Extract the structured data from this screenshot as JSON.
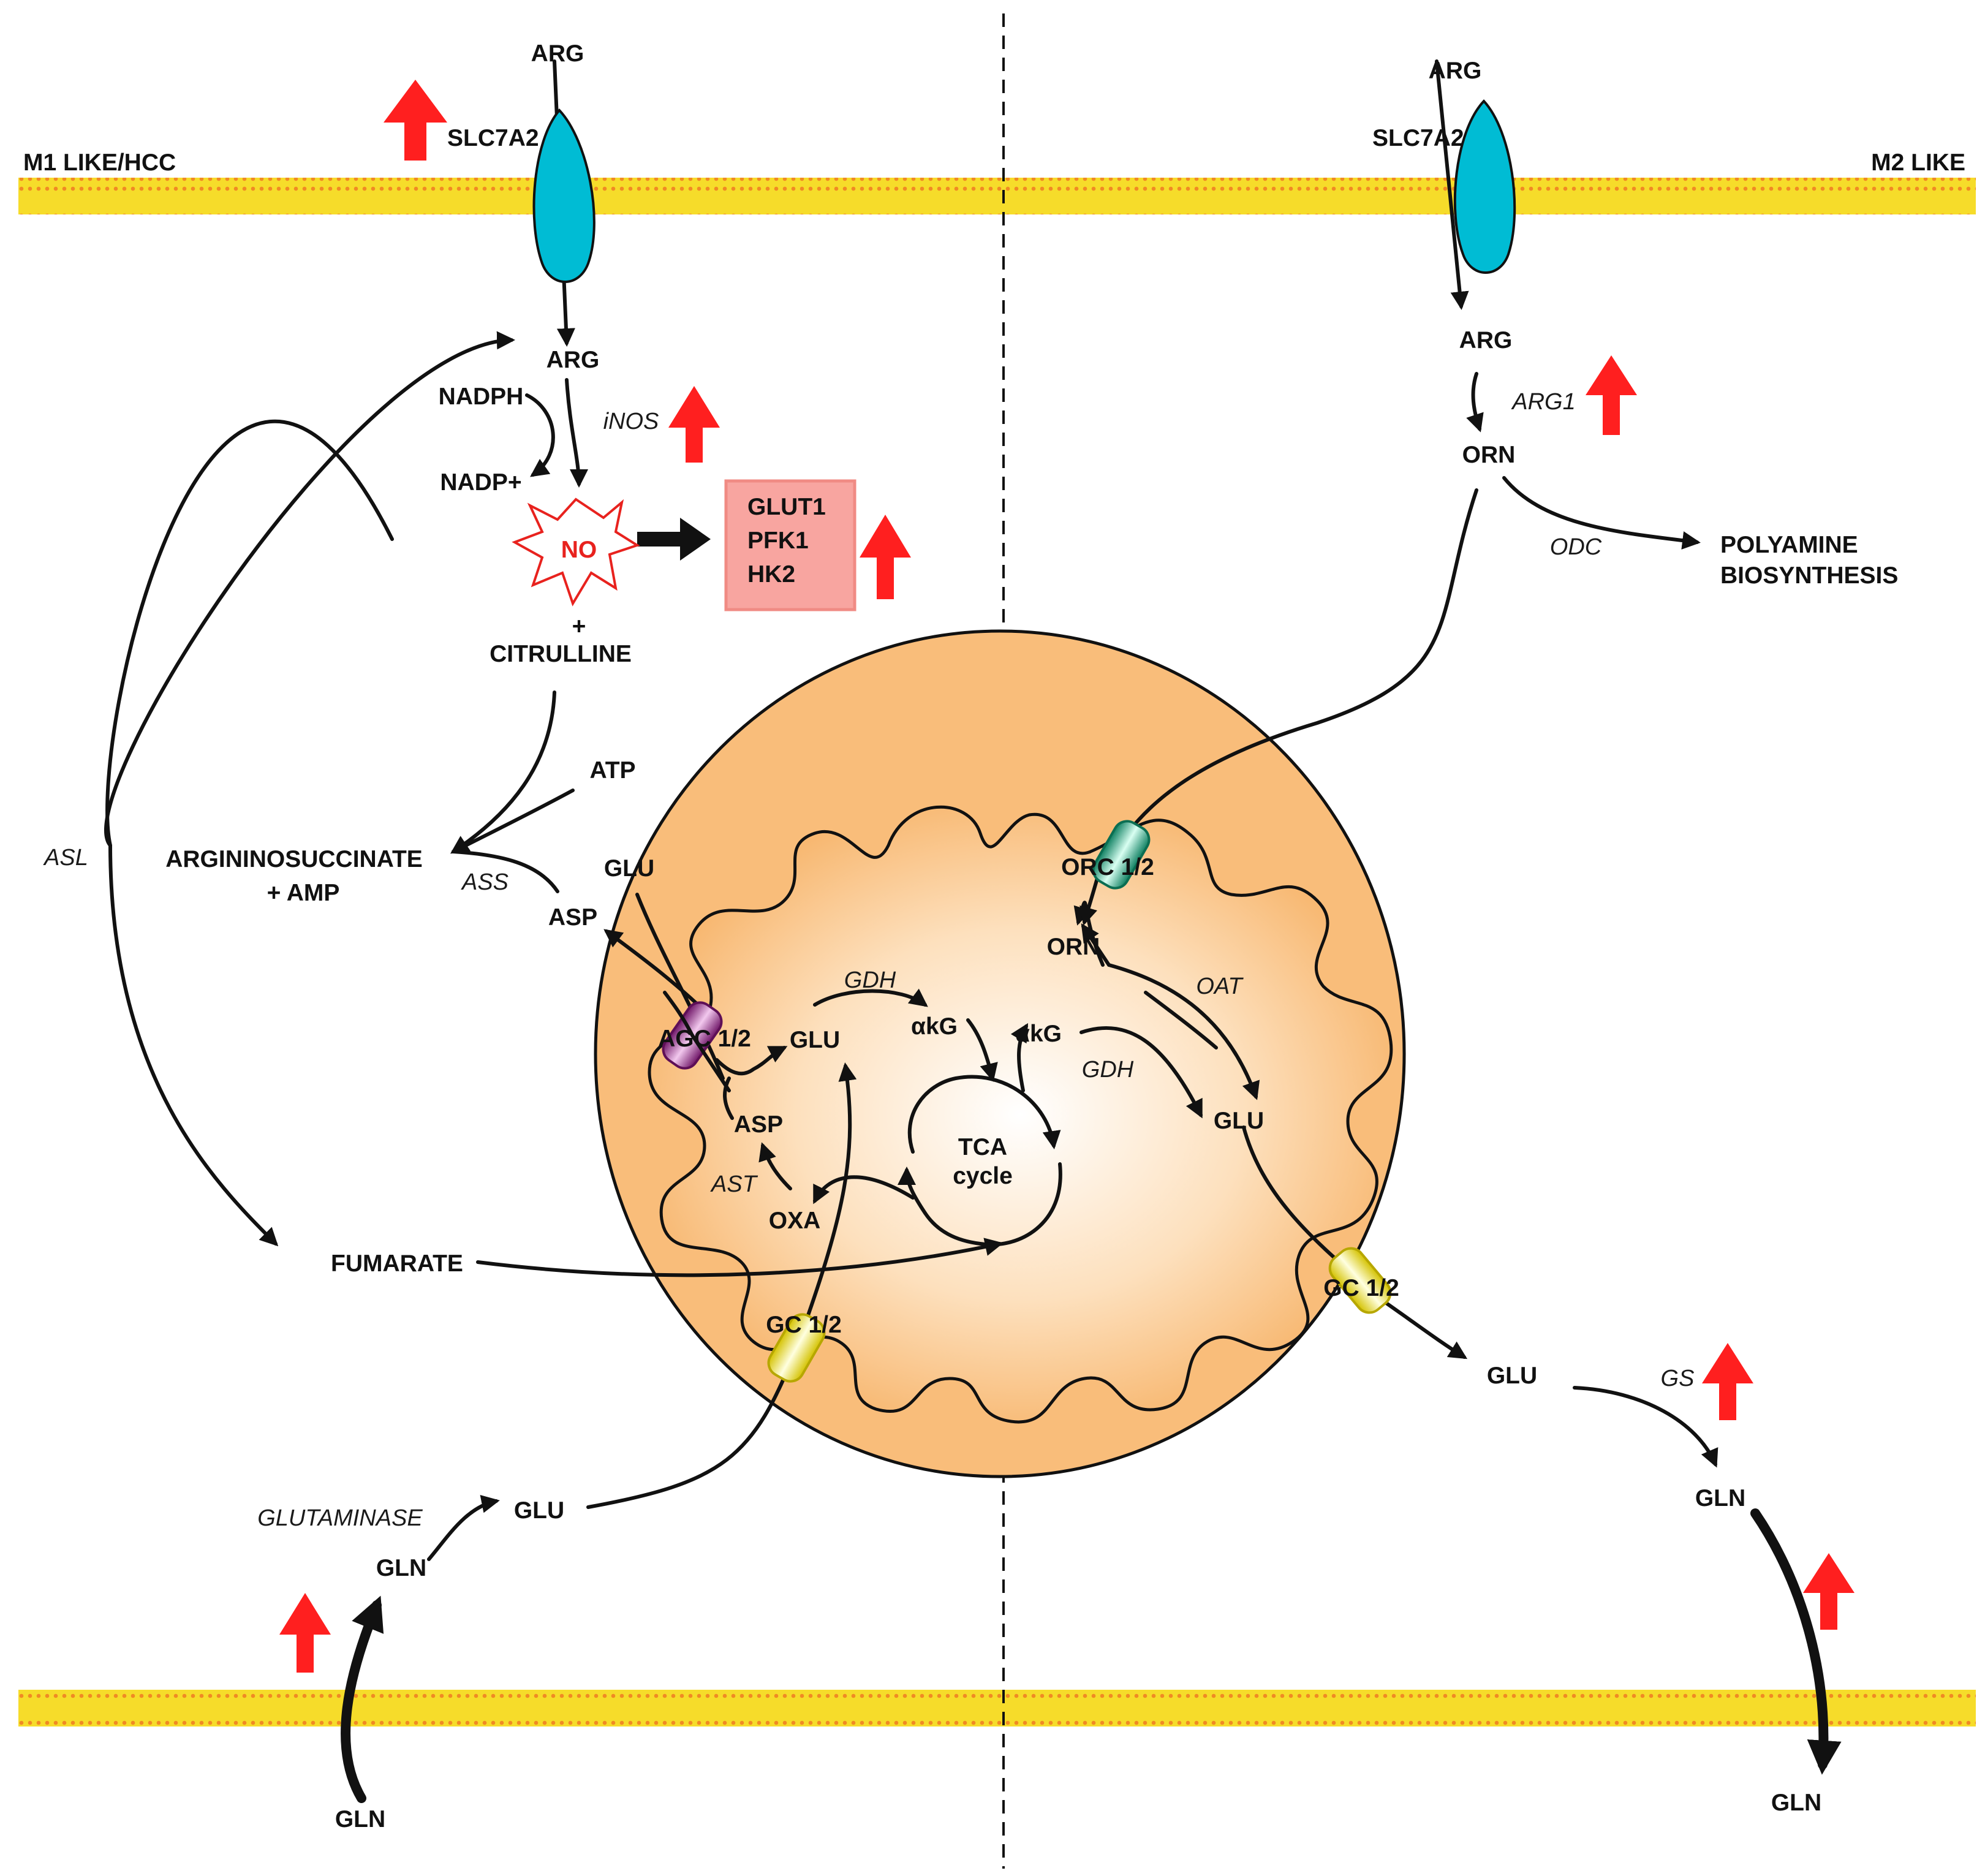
{
  "sides": {
    "left": "M1 LIKE/HCC",
    "right": "M2 LIKE"
  },
  "left": {
    "arg_out": "ARG",
    "transporter": "SLC7A2",
    "arg_in": "ARG",
    "nadph": "NADPH",
    "nadp": "NADP+",
    "inos": "iNOS",
    "no": "NO",
    "glycolysis_box": [
      "GLUT1",
      "PFK1",
      "HK2"
    ],
    "plus": "+",
    "citrulline": "CITRULLINE",
    "atp": "ATP",
    "asl": "ASL",
    "argininosuccinate": "ARGININOSUCCINATE",
    "amp": "+ AMP",
    "ass": "ASS",
    "glu_top": "GLU",
    "asp_top": "ASP",
    "fumarate": "FUMARATE",
    "glutaminase": "GLUTAMINASE",
    "glu_bottom": "GLU",
    "gln_mid": "GLN",
    "gln_out": "GLN"
  },
  "mito": {
    "agc": "AGC 1/2",
    "gdh_left": "GDH",
    "glu_left": "GLU",
    "akg_left": "αkG",
    "akg_right": "αkG",
    "gdh_right": "GDH",
    "asp": "ASP",
    "ast": "AST",
    "oxa": "OXA",
    "tca_line1": "TCA",
    "tca_line2": "cycle",
    "orc": "ORC 1/2",
    "orn": "ORN",
    "oat": "OAT",
    "glu_right": "GLU",
    "gc_left": "GC 1/2",
    "gc_right": "GC 1/2"
  },
  "right": {
    "arg_out": "ARG",
    "transporter": "SLC7A2",
    "arg_in": "ARG",
    "arg1": "ARG1",
    "orn": "ORN",
    "odc": "ODC",
    "polyamine_line1": "POLYAMINE",
    "polyamine_line2": "BIOSYNTHESIS",
    "glu": "GLU",
    "gs": "GS",
    "gln_mid": "GLN",
    "gln_out": "GLN"
  },
  "colors": {
    "upregulated_arrow": "#ff1f1f",
    "transporter": "#00bcd4",
    "membrane_fill": "#f6dc2a",
    "membrane_dots": "#f08a24",
    "mitochondrion_outer": "#f9bd7a",
    "glycolysis_box": "#f8a5a0",
    "agc": "#9c2a90",
    "orc": "#1aa381",
    "gc": "#f5e20a",
    "no_burst": "#e8221e"
  }
}
